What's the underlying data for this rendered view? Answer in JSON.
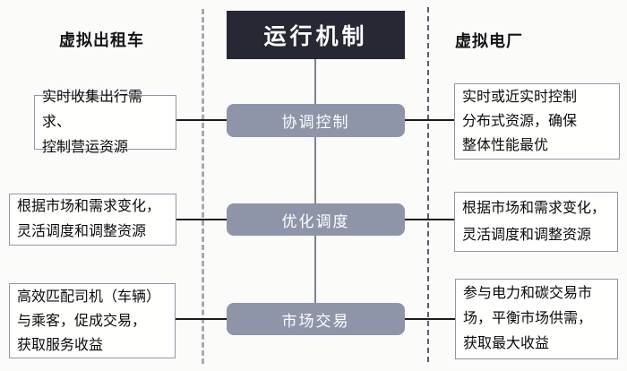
{
  "diagram": {
    "title": "运行机制",
    "left_header": "虚拟出租车",
    "right_header": "虚拟电厂",
    "rows": [
      {
        "mechanism": "协调控制",
        "left_lines": [
          "实时收集出行需求、",
          "控制营运资源"
        ],
        "right_lines": [
          "实时或近实时控制",
          "分布式资源，确保",
          "整体性能最优"
        ]
      },
      {
        "mechanism": "优化调度",
        "left_lines": [
          "根据市场和需求变化，",
          "灵活调度和调整资源"
        ],
        "right_lines": [
          "根据市场和需求变化，",
          "灵活调度和调整资源"
        ]
      },
      {
        "mechanism": "市场交易",
        "left_lines": [
          "高效匹配司机（车辆）",
          "与乘客，促成交易，",
          "获取服务收益"
        ],
        "right_lines": [
          "参与电力和碳交易市",
          "场，平衡市场供需，",
          "获取最大收益"
        ]
      }
    ],
    "colors": {
      "title_bg": "#262834",
      "pill_bg": "#8e95a9",
      "left_divider": "#a6aab2",
      "right_divider": "#5a5e6c",
      "connector": "#1c1c1c",
      "box_border": "#9095a4"
    }
  }
}
